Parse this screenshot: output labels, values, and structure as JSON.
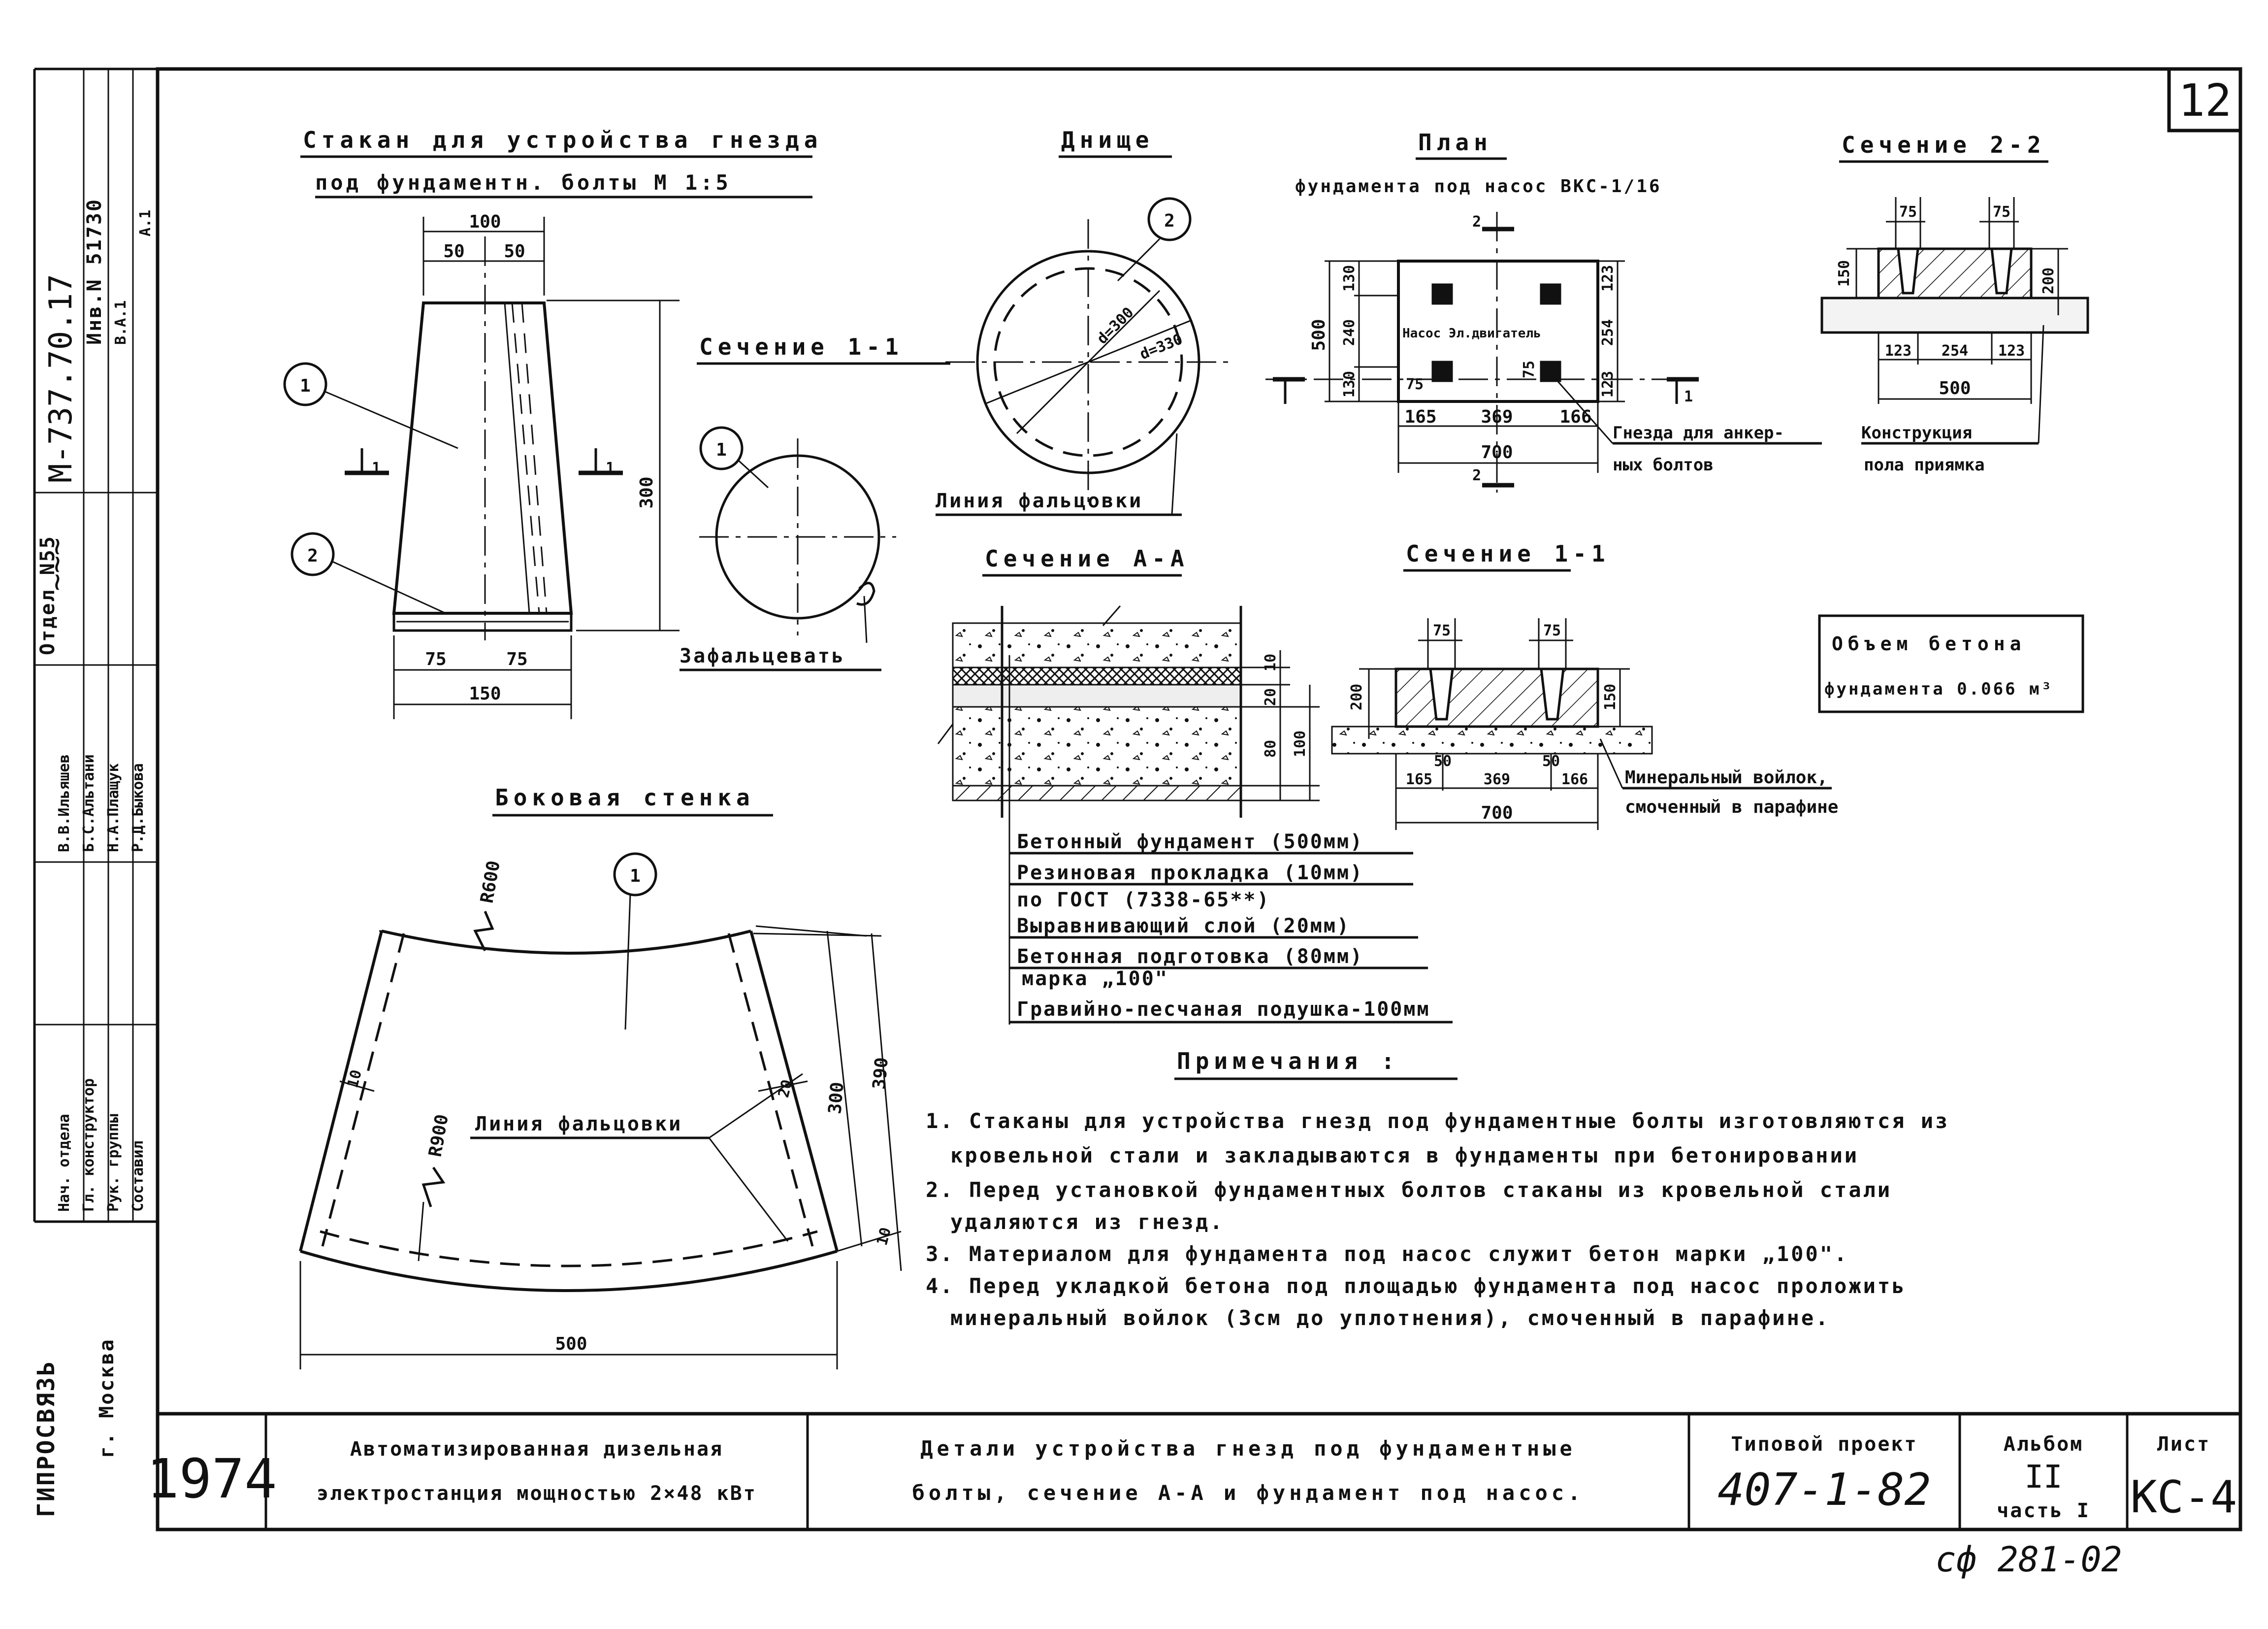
{
  "sheet_number": "12",
  "footer_code": "сф 281-02",
  "title_block": {
    "year": "1974",
    "project_name_line1": "Автоматизированная дизельная",
    "project_name_line2": "электростанция мощностью 2×48 кВт",
    "drawing_title_line1": "Детали устройства гнезд под фундаментные",
    "drawing_title_line2": "болты, сечение А-А и фундамент под насос.",
    "typical_project_label": "Типовой проект",
    "typical_project_number": "407-1-82",
    "album_label": "Альбом",
    "album_value": "II",
    "part_label": "часть I",
    "sheet_label": "Лист",
    "sheet_value": "КС-4"
  },
  "side_stamp": {
    "org": "ГИПРОСВЯЗЬ",
    "city": "г. Москва",
    "doc_number": "М-737.70.17",
    "inv_number": "Инв.N 51730",
    "dept": "Отдел N55",
    "roles": [
      "Нач. отдела",
      "Гл. конструктор",
      "Рук. группы",
      "Составил"
    ],
    "names": [
      "В.В.Ильяшев",
      "Б.С.Альтани",
      "Н.А.Плащук",
      "Р.Д.Быкова"
    ],
    "sheet_code_1": "В.А.1",
    "sheet_code_2": "А.1"
  },
  "sections": {
    "cup_title_1": "Стакан для устройства гнезда",
    "cup_title_2": "под фундаментн. болты М 1:5",
    "bottom_title": "Днище",
    "section11_small_title": "Сечение 1-1",
    "plan_title": "План",
    "plan_subtitle": "фундамента под насос ВКС-1/16",
    "section22_title": "Сечение 2-2",
    "sectionAA_title": "Сечение А-А",
    "section11_title": "Сечение 1-1",
    "side_wall_title": "Боковая стенка",
    "fold_line": "Линия фальцовки",
    "fold_line_2": "Линия фальцовки",
    "fold_over": "Зафальцевать",
    "pump_motor": "Насос Эл.двигатель",
    "anchor_holes_1": "Гнезда для анкер-",
    "anchor_holes_2": "ных болтов",
    "pit_floor_1": "Конструкция",
    "pit_floor_2": "пола приямка",
    "mineral_felt_1": "Минеральный войлок,",
    "mineral_felt_2": "смоченный в парафине",
    "concrete_volume_1": "Объем бетона",
    "concrete_volume_2": "фундамента 0.066 м³"
  },
  "layers": [
    "Бетонный фундамент (500мм)",
    "Резиновая прокладка (10мм)",
    "по ГОСТ (7338-65**)",
    "Выравнивающий слой (20мм)",
    "Бетонная подготовка (80мм)",
    "марка „100\"",
    "Гравийно-песчаная подушка-100мм"
  ],
  "notes_title": "Примечания :",
  "notes": [
    "1. Стаканы для устройства гнезд под фундаментные болты изготовляются из",
    "кровельной стали и закладываются в фундаменты при бетонировании",
    "2. Перед установкой фундаментных болтов стаканы из кровельной стали",
    "удаляются из гнезд.",
    "3. Материалом для фундамента под насос служит бетон марки „100\".",
    "4. Перед укладкой бетона под площадью фундамента под насос проложить",
    "минеральный войлок (3см до уплотнения), смоченный в парафине."
  ],
  "dims": {
    "cup_top": "100",
    "cup_half_a": "50",
    "cup_half_b": "50",
    "cup_bot_a": "75",
    "cup_bot_b": "75",
    "cup_bot": "150",
    "cup_h": "300",
    "d300": "d=300",
    "d330": "d=330",
    "plan_500": "500",
    "plan_130": "130",
    "plan_240": "240",
    "plan_130b": "130",
    "plan_123": "123",
    "plan_254": "254",
    "plan_123b": "123",
    "plan_75": "75",
    "plan_75v": "75",
    "plan_165": "165",
    "plan_369": "369",
    "plan_166": "166",
    "plan_700": "700",
    "s22_75a": "75",
    "s22_75b": "75",
    "s22_150": "150",
    "s22_200": "200",
    "s22_123": "123",
    "s22_254": "254",
    "s22_123b": "123",
    "s22_500": "500",
    "aa_10": "10",
    "aa_20": "20",
    "aa_80": "80",
    "aa_100": "100",
    "s11_75a": "75",
    "s11_75b": "75",
    "s11_200": "200",
    "s11_150": "150",
    "s11_50": "50",
    "s11_50b": "50",
    "s11_165": "165",
    "s11_369": "369",
    "s11_166": "166",
    "s11_700": "700",
    "sw_R600": "R600",
    "sw_R900": "R900",
    "sw_10": "10",
    "sw_20": "20",
    "sw_10b": "10",
    "sw_300": "300",
    "sw_390": "390",
    "sw_500": "500"
  },
  "callouts": {
    "c1": "1",
    "c2": "2",
    "cut1": "1",
    "cut2": "2"
  }
}
